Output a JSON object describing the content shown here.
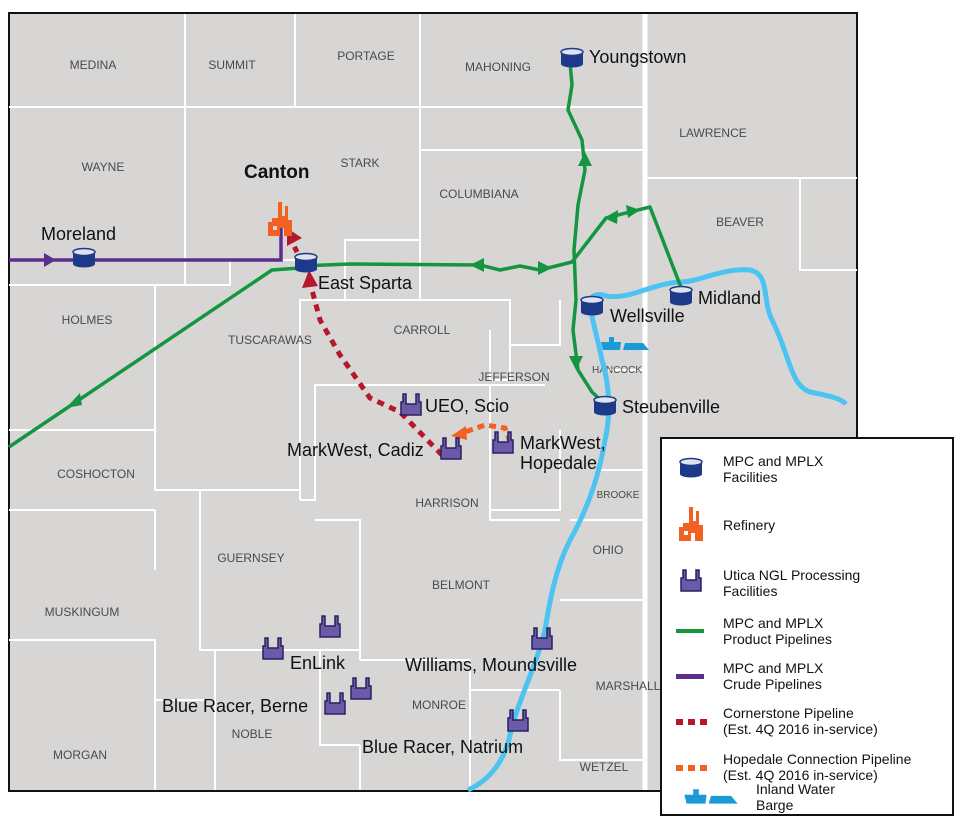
{
  "counties": [
    "MEDINA",
    "SUMMIT",
    "PORTAGE",
    "MAHONING",
    "LAWRENCE",
    "WAYNE",
    "STARK",
    "COLUMBIANA",
    "BEAVER",
    "HOLMES",
    "TUSCARAWAS",
    "CARROLL",
    "JEFFERSON",
    "HANCOCK",
    "COSHOCTON",
    "HARRISON",
    "BROOKE",
    "OHIO",
    "GUERNSEY",
    "BELMONT",
    "MUSKINGUM",
    "MARSHALL",
    "MONROE",
    "NOBLE",
    "MORGAN",
    "WETZEL"
  ],
  "places": {
    "youngstown": "Youngstown",
    "canton": "Canton",
    "moreland": "Moreland",
    "east_sparta": "East Sparta",
    "midland": "Midland",
    "wellsville": "Wellsville",
    "steubenville": "Steubenville",
    "ueo_scio": "UEO, Scio",
    "markwest_cadiz": "MarkWest, Cadiz",
    "markwest_hopedale_1": "MarkWest,",
    "markwest_hopedale_2": "Hopedale",
    "enlink": "EnLink",
    "williams_moundsville": "Williams, Moundsville",
    "blue_racer_berne": "Blue Racer, Berne",
    "blue_racer_natrium": "Blue Racer, Natrium"
  },
  "legend": [
    {
      "icon": "facility-cylinder-icon",
      "text": [
        "MPC and MPLX",
        "Facilities"
      ]
    },
    {
      "icon": "refinery-icon",
      "text": [
        "Refinery"
      ]
    },
    {
      "icon": "ngl-processing-icon",
      "text": [
        "Utica NGL Processing",
        "Facilities"
      ]
    },
    {
      "icon": "product-pipeline-line-icon",
      "text": [
        "MPC and MPLX",
        "Product Pipelines"
      ]
    },
    {
      "icon": "crude-pipeline-line-icon",
      "text": [
        "MPC and MPLX",
        "Crude Pipelines"
      ]
    },
    {
      "icon": "cornerstone-dashed-icon",
      "text": [
        "Cornerstone Pipeline",
        "(Est. 4Q 2016 in-service)"
      ]
    },
    {
      "icon": "hopedale-dashed-icon",
      "text": [
        "Hopedale Connection Pipeline",
        "(Est. 4Q 2016 in-service)"
      ]
    },
    {
      "icon": "barge-icon",
      "text": [
        "Inland Water",
        "Barge"
      ]
    }
  ],
  "colors": {
    "land": "#d8d6d5",
    "product_pipeline": "#13963f",
    "crude_pipeline": "#5b2d8e",
    "cornerstone": "#b5172b",
    "hopedale": "#f26122",
    "river": "#4cc3f0",
    "facility": "#1d3a8a",
    "refinery": "#f26122",
    "ngl": "#6b5aa8"
  }
}
